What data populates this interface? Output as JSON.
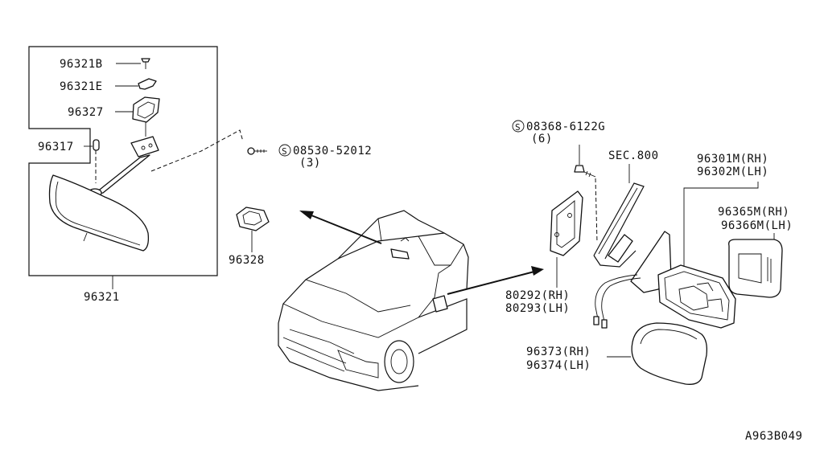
{
  "labels": {
    "p96321B": "96321B",
    "p96321E": "96321E",
    "p96327": "96327",
    "p96317": "96317",
    "p96321": "96321",
    "bolt1": "08530-52012",
    "bolt1_qty": "(3)",
    "p96328": "96328",
    "bolt2": "08368-6122G",
    "bolt2_qty": "(6)",
    "sec": "SEC.800",
    "p96301M": "96301M(RH)",
    "p96302M": "96302M(LH)",
    "p96365M": "96365M(RH)",
    "p96366M": "96366M(LH)",
    "p80292": "80292(RH)",
    "p80293": "80293(LH)",
    "p96373": "96373(RH)",
    "p96374": "96374(LH)",
    "diagram_code": "A963B049"
  },
  "symbols": {
    "screw_symbol": "S"
  }
}
